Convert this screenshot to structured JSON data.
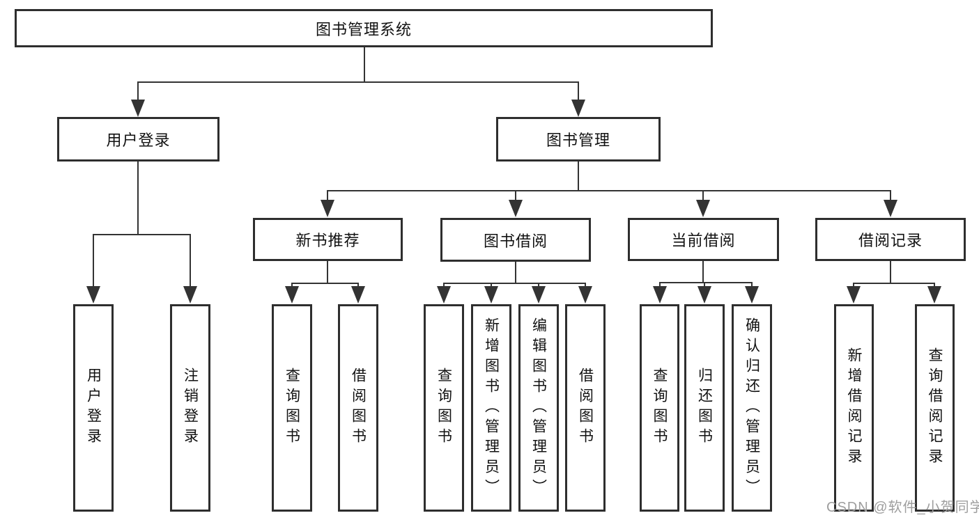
{
  "tree": {
    "label": "图书管理系统",
    "children": [
      {
        "label": "用户登录",
        "children": [
          {
            "label": "用户登录"
          },
          {
            "label": "注销登录"
          }
        ]
      },
      {
        "label": "图书管理",
        "children": [
          {
            "label": "新书推荐",
            "children": [
              {
                "label": "查询图书"
              },
              {
                "label": "借阅图书"
              }
            ]
          },
          {
            "label": "图书借阅",
            "children": [
              {
                "label": "查询图书"
              },
              {
                "label": "新增图书（管理员）"
              },
              {
                "label": "编辑图书（管理员）"
              },
              {
                "label": "借阅图书"
              }
            ]
          },
          {
            "label": "当前借阅",
            "children": [
              {
                "label": "查询图书"
              },
              {
                "label": "归还图书"
              },
              {
                "label": "确认归还（管理员）"
              }
            ]
          },
          {
            "label": "借阅记录",
            "children": [
              {
                "label": "新增借阅记录"
              },
              {
                "label": "查询借阅记录"
              }
            ]
          }
        ]
      }
    ]
  },
  "watermark": {
    "text": "CSDN @软件_小贺同学"
  },
  "colors": {
    "line": "#333333",
    "box_border": "#2e2e2e",
    "text": "#111111",
    "background": "#ffffff",
    "watermark": "#9e9e9e"
  }
}
